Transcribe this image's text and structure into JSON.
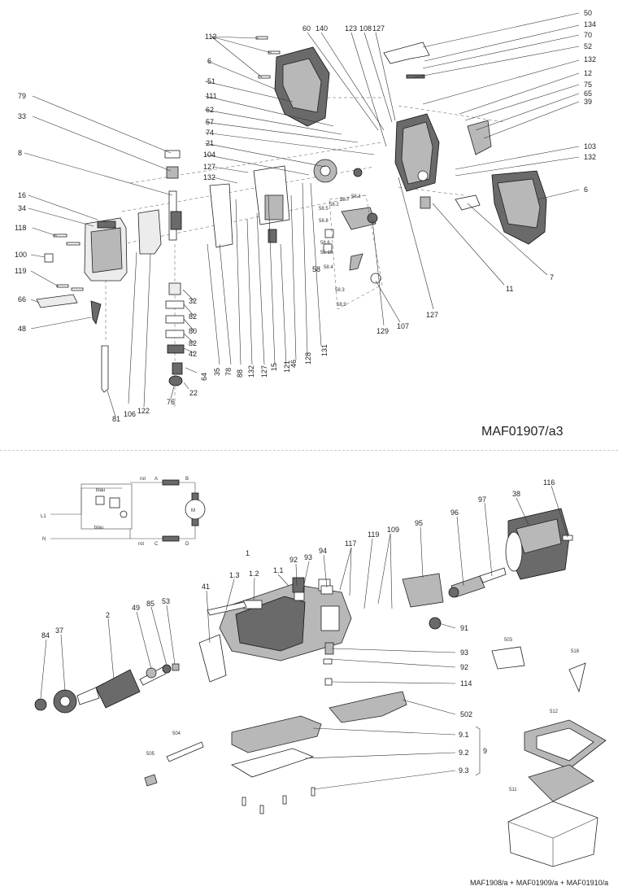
{
  "documents": {
    "top_id": "MAF01907/a3",
    "bottom_id": "MAF1908/a + MAF01909/a + MAF01910/a"
  },
  "wiring": {
    "wire_top_left": "rot",
    "wire_top_right": "B",
    "wire_top_mid": "A",
    "wire_bottom_left": "rot",
    "wire_bottom_mid": "C",
    "wire_bottom_right": "D",
    "blue_top": "blau",
    "blue_bottom": "blau",
    "line": "L1",
    "neutral": "N",
    "motor": "M"
  },
  "top_callouts": [
    "50",
    "134",
    "70",
    "52",
    "132",
    "12",
    "75",
    "65",
    "39",
    "103",
    "132",
    "6",
    "7",
    "11",
    "127",
    "107",
    "129",
    "60",
    "140",
    "123",
    "108",
    "127",
    "112",
    "6",
    "51",
    "111",
    "62",
    "57",
    "74",
    "21",
    "104",
    "127",
    "132",
    "79",
    "33",
    "8",
    "16",
    "34",
    "118",
    "100",
    "119",
    "66",
    "48",
    "81",
    "106",
    "122",
    "76",
    "22",
    "64",
    "35",
    "78",
    "88",
    "132",
    "127",
    "15",
    "121",
    "46",
    "128",
    "131",
    "32",
    "82",
    "80",
    "82",
    "42",
    "58",
    "58.1",
    "58.2",
    "58.3",
    "58.4",
    "58.5",
    "58.6",
    "58.7",
    "58.8",
    "58.9",
    "58.10"
  ],
  "bottom_callouts": [
    "116",
    "38",
    "97",
    "96",
    "95",
    "109",
    "119",
    "117",
    "94",
    "93",
    "92",
    "1",
    "1.1",
    "1.2",
    "1.3",
    "41",
    "53",
    "85",
    "49",
    "2",
    "37",
    "84",
    "91",
    "93",
    "92",
    "114",
    "502",
    "503",
    "518",
    "512",
    "511",
    "504",
    "505",
    "9.1",
    "9.2",
    "9.3",
    "9"
  ]
}
